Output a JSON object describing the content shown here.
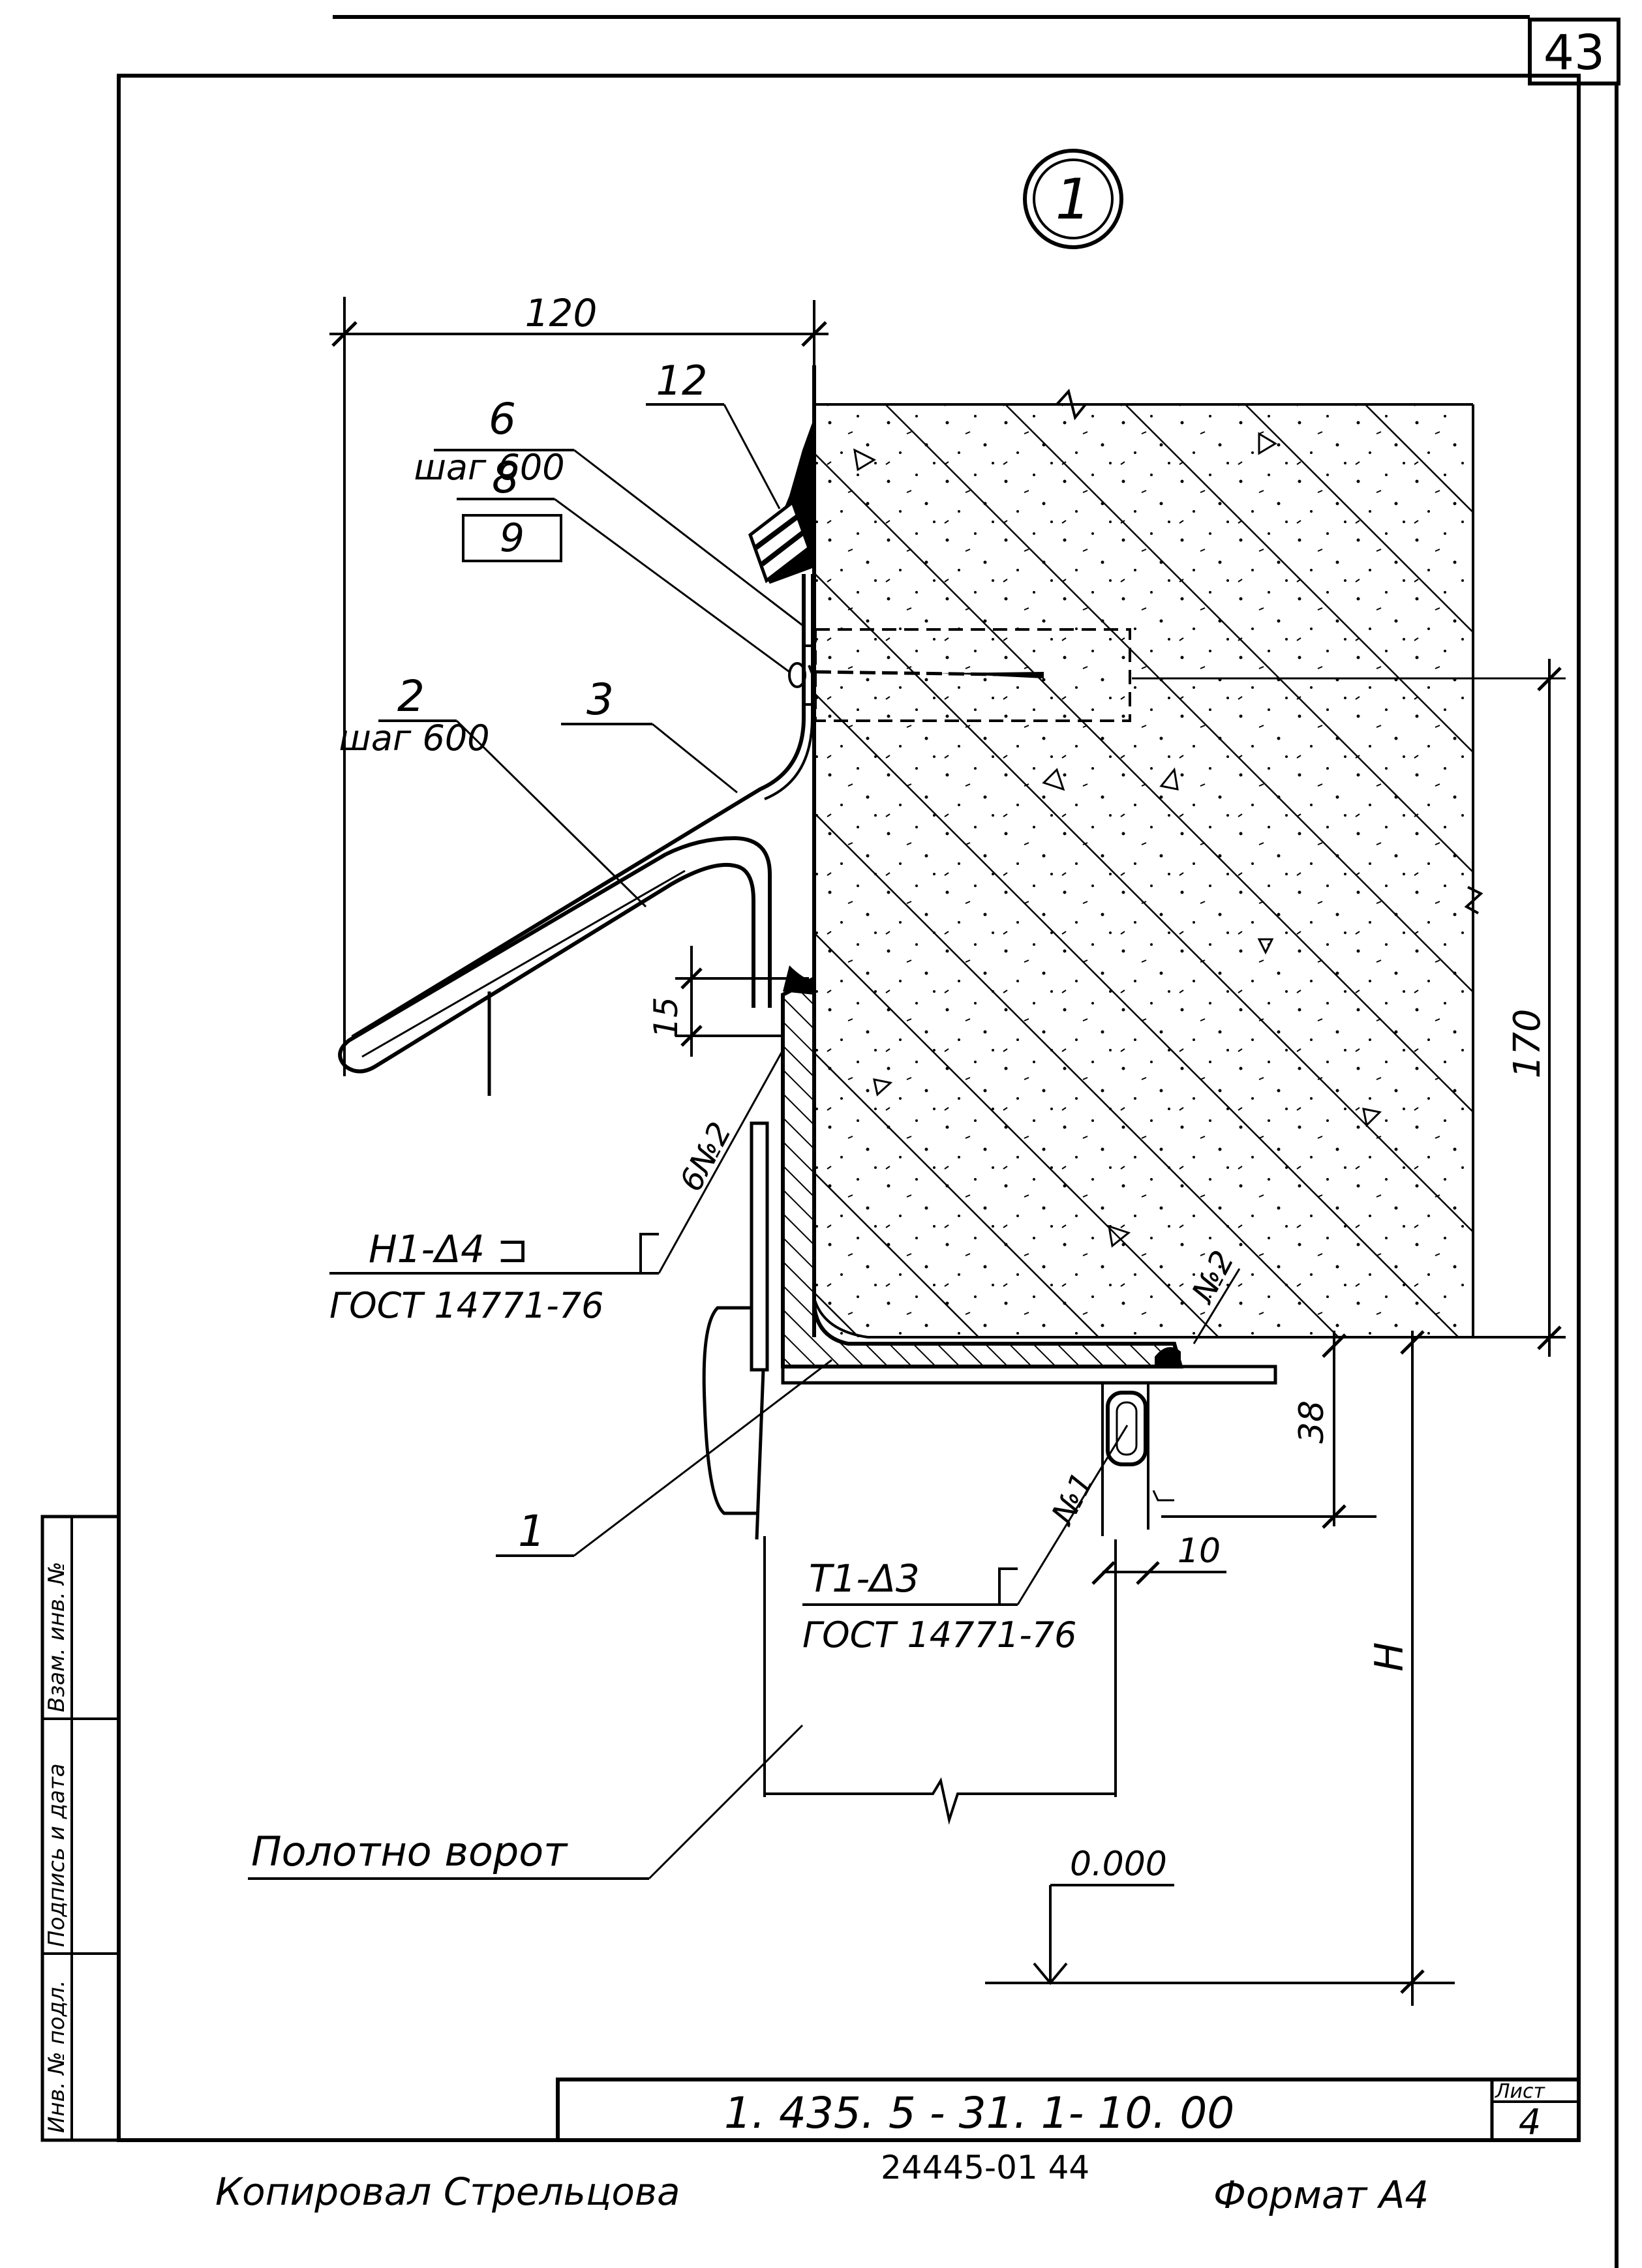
{
  "sheet_corner_number": "43",
  "detail_marker": "1",
  "dimensions": {
    "width_top": "120",
    "weld_offset": "15",
    "height_right": "170",
    "plate_height": "38",
    "gap": "10",
    "height_h": "H"
  },
  "callouts": {
    "pos6": "6",
    "pos6_step": "шаг 600",
    "pos8": "8",
    "pos9": "9",
    "pos12": "12",
    "pos2": "2",
    "pos2_step": "шаг 600",
    "pos3": "3",
    "pos1": "1"
  },
  "welds": {
    "weld_h1_symbol": "Н1-Δ4 ⊐",
    "weld_h1_standard": "ГОСТ 14771-76",
    "weld_h1_no": "6№2",
    "weld_t1_symbol": "Т1-Δ3",
    "weld_t1_standard": "ГОСТ 14771-76",
    "weld_t1_no": "№1",
    "weld_right_no": "№2"
  },
  "gate_leaf_label": "Полотно ворот",
  "level_mark": "0.000",
  "side_stamp": {
    "cell1": "Инв. № подл.",
    "cell2": "Подпись и дата",
    "cell3": "Взам. инв. №"
  },
  "title_block": {
    "designation": "1. 435. 5 - 31. 1- 10. 00",
    "sheet_label": "Лист",
    "sheet_number": "4"
  },
  "footer": {
    "copied_by": "Копировал Стрельцова",
    "order_number": "24445-01   44",
    "format": "Формат А4"
  }
}
